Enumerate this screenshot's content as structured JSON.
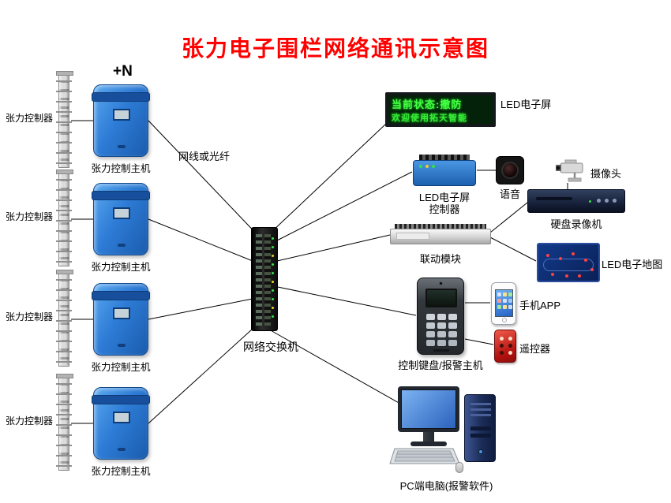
{
  "title": "张力电子围栏网络通讯示意图",
  "annotations": {
    "plus_n": "+N",
    "cable": "网线或光纤"
  },
  "colors": {
    "title": "#ff0000",
    "led_text": "#3cff3c",
    "host_blue": "#2e7cd6",
    "remote_red": "#b41210",
    "line": "#000000"
  },
  "fence_groups": [
    {
      "controller_label": "张力控制器",
      "host_label": "张力控制主机"
    },
    {
      "controller_label": "张力控制器",
      "host_label": "张力控制主机"
    },
    {
      "controller_label": "张力控制器",
      "host_label": "张力控制主机"
    },
    {
      "controller_label": "张力控制器",
      "host_label": "张力控制主机"
    }
  ],
  "switch": {
    "label": "网络交换机"
  },
  "led_screen": {
    "display_line1": "当前状态:撤防",
    "display_line2": "欢迎使用拓天智能",
    "label": "LED电子屏"
  },
  "led_controller": {
    "label_line1": "LED电子屏",
    "label_line2": "控制器"
  },
  "voice": {
    "label": "语音"
  },
  "camera": {
    "label": "摄像头"
  },
  "dvr": {
    "label": "硬盘录像机"
  },
  "linkage_module": {
    "label": "联动模块"
  },
  "led_map": {
    "label": "LED电子地图"
  },
  "mobile_app": {
    "label": "手机APP"
  },
  "keypad_host": {
    "label": "控制键盘/报警主机"
  },
  "remote": {
    "label": "遥控器"
  },
  "pc": {
    "label": "PC端电脑(报警软件)"
  },
  "connections": [
    [
      "tension-controller-1",
      "tension-host-1"
    ],
    [
      "tension-controller-2",
      "tension-host-2"
    ],
    [
      "tension-controller-3",
      "tension-host-3"
    ],
    [
      "tension-controller-4",
      "tension-host-4"
    ],
    [
      "tension-host-1",
      "network-switch"
    ],
    [
      "tension-host-2",
      "network-switch"
    ],
    [
      "tension-host-3",
      "network-switch"
    ],
    [
      "tension-host-4",
      "network-switch"
    ],
    [
      "network-switch",
      "led-screen"
    ],
    [
      "network-switch",
      "led-screen-controller"
    ],
    [
      "network-switch",
      "linkage-module"
    ],
    [
      "network-switch",
      "keypad-alarm-host"
    ],
    [
      "network-switch",
      "pc-computer"
    ],
    [
      "led-screen-controller",
      "voice-speaker"
    ],
    [
      "camera",
      "dvr"
    ],
    [
      "linkage-module",
      "dvr"
    ],
    [
      "linkage-module",
      "led-map"
    ],
    [
      "keypad-alarm-host",
      "mobile-app"
    ],
    [
      "keypad-alarm-host",
      "remote-control"
    ]
  ]
}
